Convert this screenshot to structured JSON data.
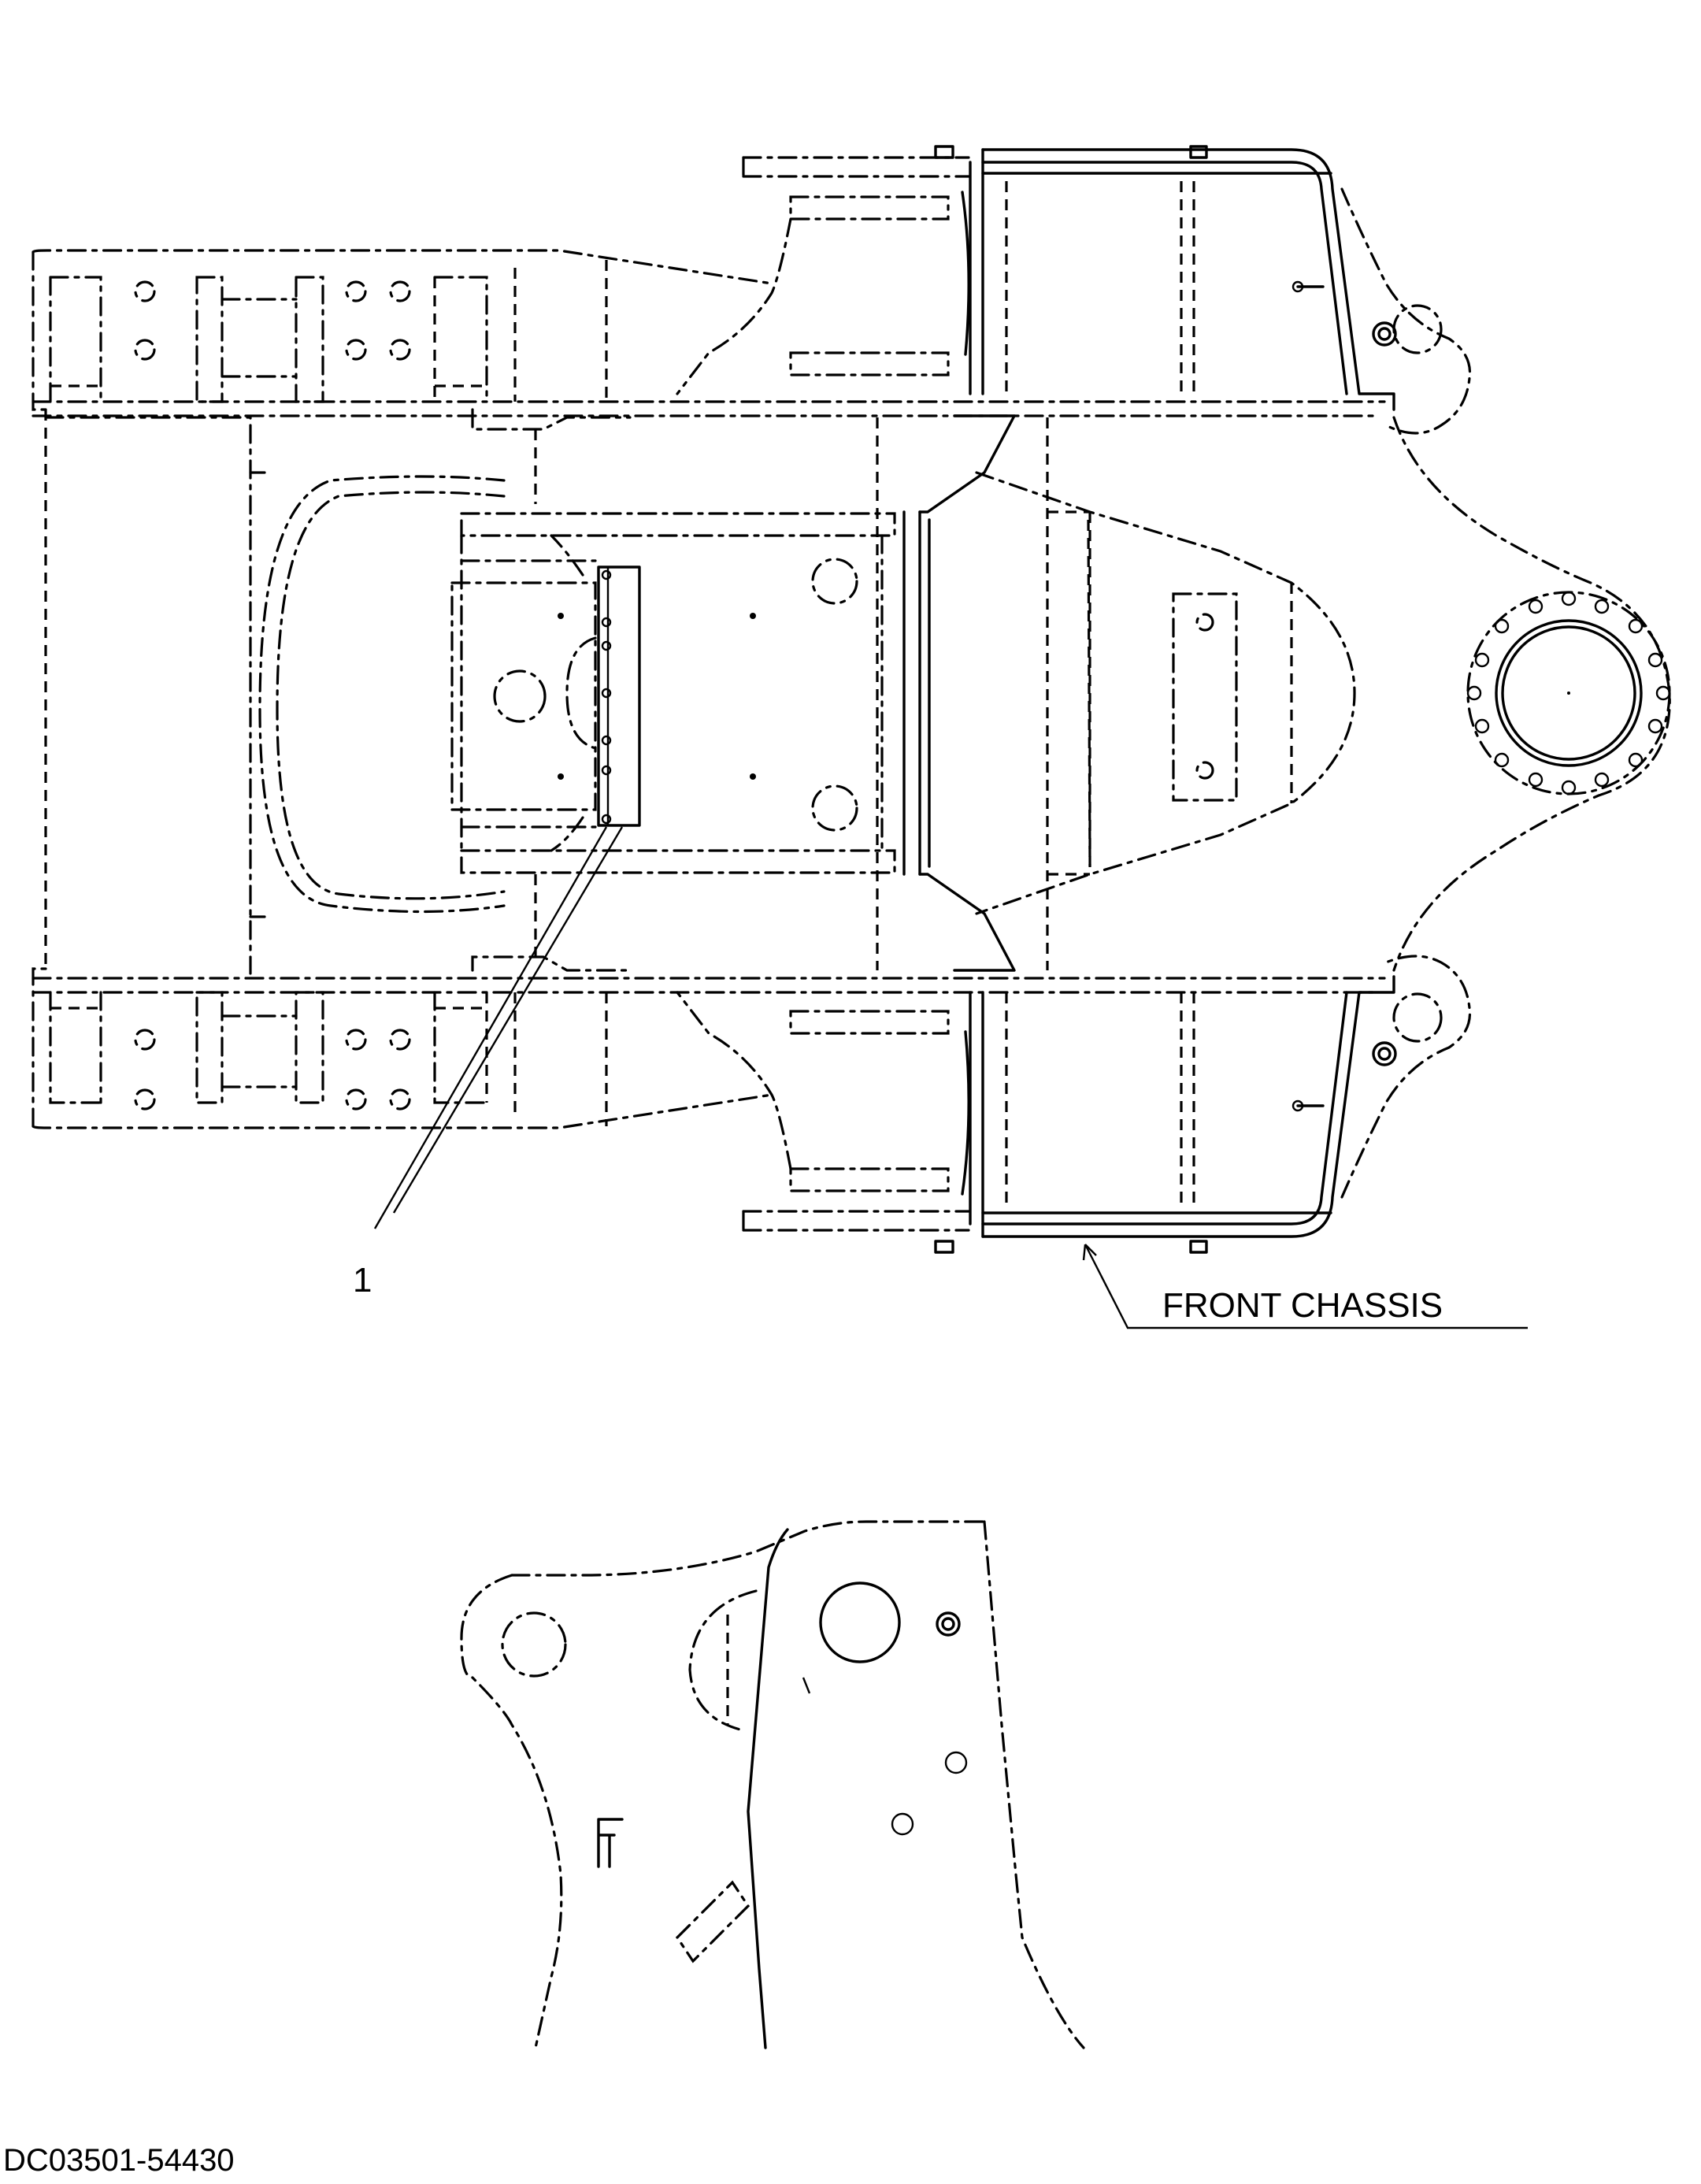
{
  "callouts": [
    {
      "number": "1"
    }
  ],
  "labels": {
    "front_chassis": "FRONT CHASSIS"
  },
  "drawing_id": "DC03501-54430",
  "icons": [
    "bolt-icon",
    "grease-fitting-icon"
  ]
}
